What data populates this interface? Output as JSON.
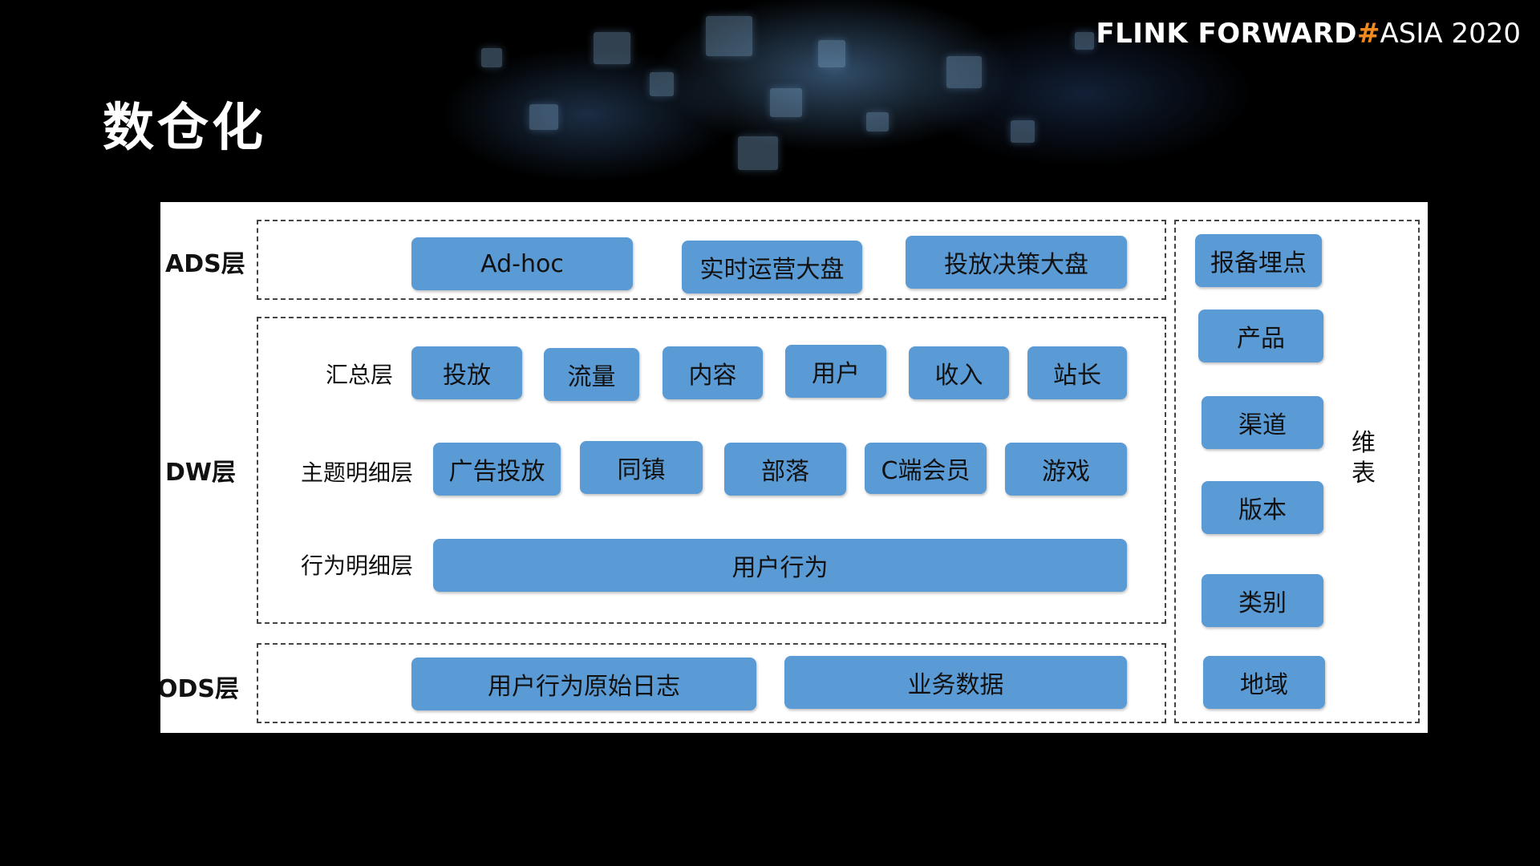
{
  "brand": {
    "part1": "FLINK FORWARD",
    "hash": "#",
    "part2": "ASIA 2020",
    "accent_color": "#f28a1e"
  },
  "title": "数仓化",
  "diagram": {
    "box_color": "#5b9bd5",
    "ads": {
      "label": "ADS层",
      "items": [
        "Ad-hoc",
        "实时运营大盘",
        "投放决策大盘"
      ]
    },
    "dw": {
      "label": "DW层",
      "summary": {
        "label": "汇总层",
        "items": [
          "投放",
          "流量",
          "内容",
          "用户",
          "收入",
          "站长"
        ]
      },
      "topic": {
        "label": "主题明细层",
        "items": [
          "广告投放",
          "同镇",
          "部落",
          "C端会员",
          "游戏"
        ]
      },
      "behavior": {
        "label": "行为明细层",
        "items": [
          "用户行为"
        ]
      }
    },
    "ods": {
      "label": "ODS层",
      "items": [
        "用户行为原始日志",
        "业务数据"
      ]
    },
    "dimension": {
      "label_line1": "维",
      "label_line2": "表",
      "items": [
        "报备埋点",
        "产品",
        "渠道",
        "版本",
        "类别",
        "地域"
      ]
    }
  }
}
